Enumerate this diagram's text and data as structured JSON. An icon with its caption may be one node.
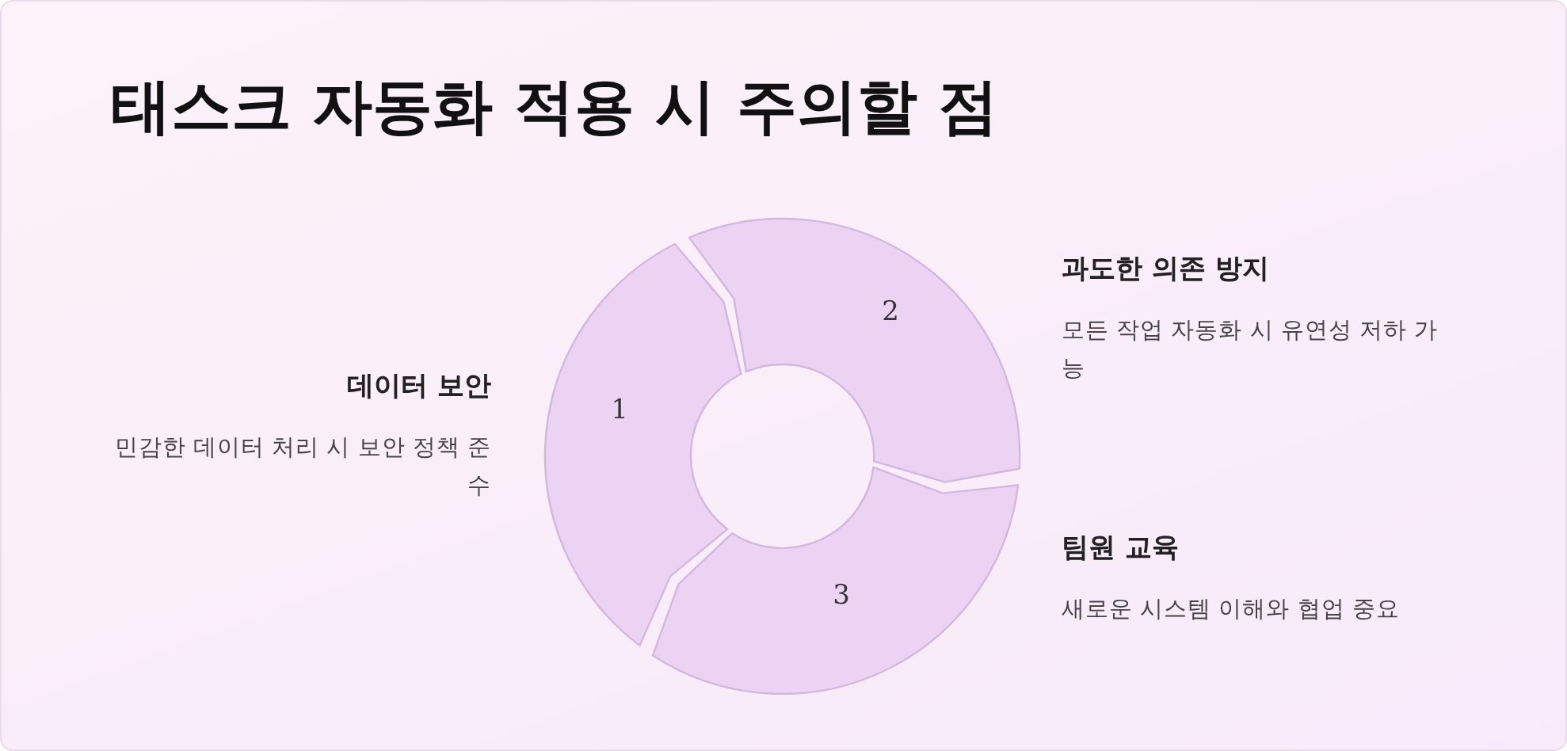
{
  "diagram": {
    "title": "태스크 자동화 적용 시 주의할 점",
    "nodes": [
      {
        "text": [
          "1"
        ],
        "beside": [
          "데이터 보안",
          "민감한 데이터 처리 시 보안 정책 준수"
        ]
      },
      {
        "text": [
          "2"
        ],
        "beside": [
          "과도한 의존 방지",
          "모든 작업 자동화 시 유연성 저하 가능"
        ]
      },
      {
        "text": [
          "3"
        ],
        "beside": [
          "팀원 교육",
          "새로운 시스템 이해와 협업 중요"
        ]
      }
    ]
  }
}
